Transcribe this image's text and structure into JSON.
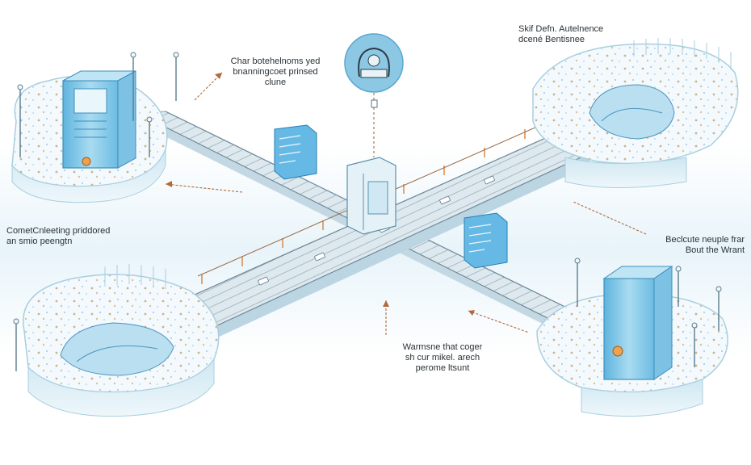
{
  "callouts": {
    "top_center": {
      "lines": [
        "Char botehelnoms yed",
        "bnanningcoet prinsed",
        "clune"
      ]
    },
    "top_right": {
      "lines": [
        "Skif Defn. Autelnence",
        "dcené Bentisnee"
      ]
    },
    "left": {
      "lines": [
        "CometCnleeting priddored",
        "an smio peengtn"
      ]
    },
    "right": {
      "lines": [
        "Beclcute neuple frar",
        "Bout the Wrant"
      ]
    },
    "bottom_center": {
      "lines": [
        "Warmsne that coger",
        "sh cur mikel. arech",
        "perome ltsunt"
      ]
    }
  },
  "icons": {
    "top_badge": "pipeline-junction-icon"
  },
  "colors": {
    "ice": "#e6f3f9",
    "ice_edge": "#b7d8e8",
    "water": "#dbeef7",
    "tower": "#8fcbe8",
    "tower_dark": "#4aa6d6",
    "bridge": "#cfe3ee",
    "rail_accent": "#d9823b",
    "badge": "#8cc8e4"
  }
}
